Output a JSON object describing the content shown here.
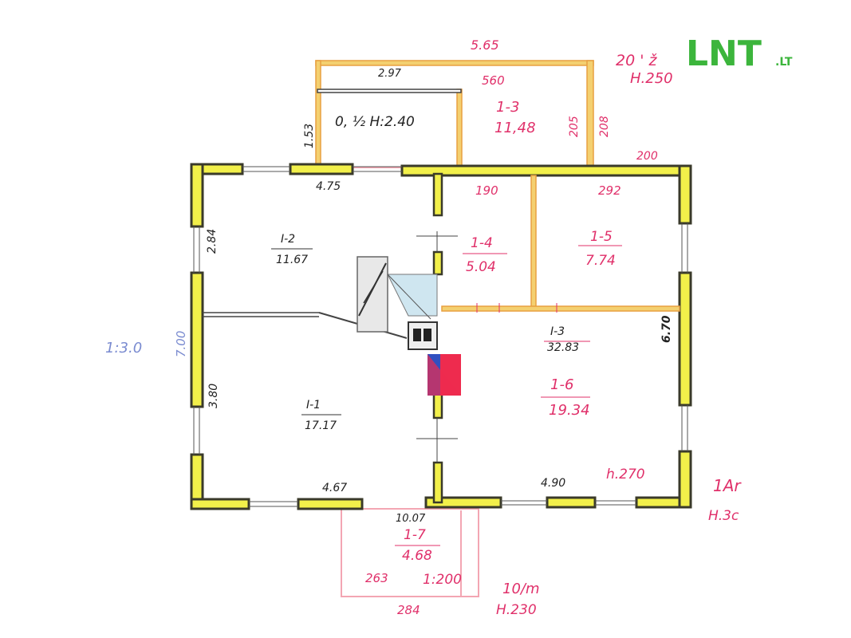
{
  "logo": {
    "main": "LNT",
    "suffix": ".LT",
    "color": "#3cb53c"
  },
  "colors": {
    "wall_fill": "#f2f04a",
    "wall_stroke": "#3a3a2a",
    "ink_red": "#e0306a",
    "ink_dark": "#222222",
    "ink_blue": "#7a8bd0",
    "pink_outline": "#f3a6b3"
  },
  "annotations": {
    "top_565": "5.65",
    "top_297": "2.97",
    "top_560": "560",
    "veranda_label": "20 ' ž",
    "veranda_height": "H.250",
    "side_153": "1.53",
    "porch_label": "0, ½  H:2.40",
    "room_13_id": "1-3",
    "room_13_area": "11,48",
    "side_205": "205",
    "side_208": "208",
    "top_200": "200",
    "dim_475": "4.75",
    "dim_190": "190",
    "dim_292": "292",
    "room_12_id": "I-2",
    "room_12_area": "11.67",
    "side_284": "2.84",
    "room_14_id": "1-4",
    "room_14_area": "5.04",
    "room_15_id": "1-5",
    "room_15_area": "7.74",
    "scale": "1:3.0",
    "side_700": "7.00",
    "room_13b_id": "I-3",
    "room_13b_area": "32.83",
    "side_670": "6.70",
    "side_380": "3.80",
    "room_11_id": "I-1",
    "room_11_area": "17.17",
    "room_16_id": "1-6",
    "room_16_area": "19.34",
    "dim_467": "4.67",
    "dim_490": "4.90",
    "height_270": "h.270",
    "right_label": "1Ar",
    "right_height": "H.3c",
    "dim_1007": "10.07",
    "room_17_id": "1-7",
    "room_17_area": "4.68",
    "dim_263": "263",
    "scale_200": "1:200",
    "porch2_label": "10/m",
    "dim_284": "284",
    "porch2_height": "H.230"
  }
}
